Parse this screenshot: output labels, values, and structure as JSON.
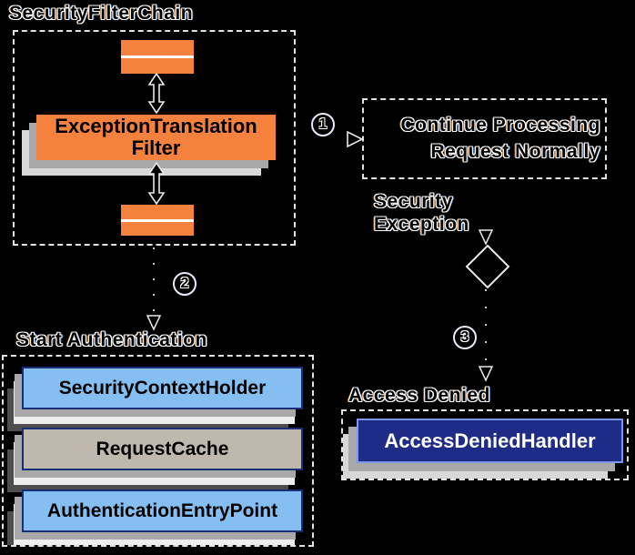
{
  "security_filter_chain": {
    "title": "SecurityFilterChain",
    "exception_translation_filter": "ExceptionTranslation\nFilter"
  },
  "steps": {
    "one": "1",
    "two": "2",
    "three": "3"
  },
  "continue_box": {
    "label": "Continue Processing\nRequest Normally"
  },
  "security_exception_label": "Security\nException",
  "start_authentication": {
    "title": "Start Authentication",
    "items": [
      "SecurityContextHolder",
      "RequestCache",
      "AuthenticationEntryPoint"
    ]
  },
  "access_denied": {
    "title": "Access Denied",
    "handler": "AccessDeniedHandler"
  },
  "colors": {
    "background": "#000000",
    "filter_orange": "#f5813e",
    "light_blue": "#85bff2",
    "request_cache_tan": "#bfb9ad",
    "handler_navy": "#1f2c87",
    "handler_border": "#7e96e8",
    "shadow_gray": "#a8a8a8",
    "shadow_light": "#d8d8d8",
    "dashed_border": "#e3e3e3"
  }
}
